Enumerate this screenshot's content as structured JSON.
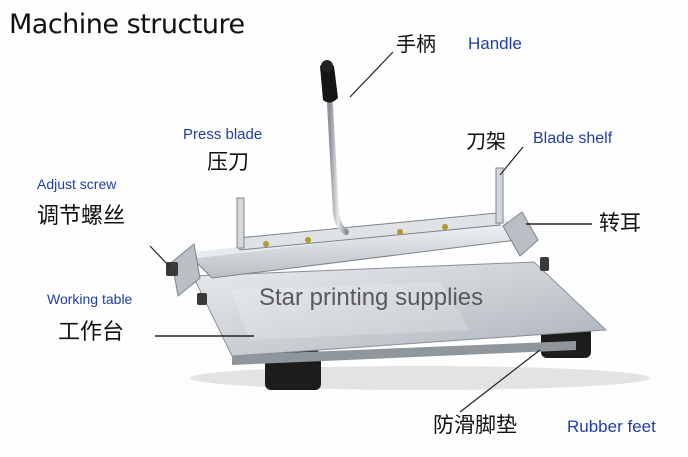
{
  "title": "Machine structure",
  "watermark": "Star printing supplies",
  "labels": {
    "handle_cn": "手柄",
    "handle_en": "Handle",
    "press_blade_en": "Press blade",
    "press_blade_cn": "压刀",
    "blade_shelf_cn": "刀架",
    "blade_shelf_en": "Blade shelf",
    "adjust_screw_en": "Adjust screw",
    "adjust_screw_cn": "调节螺丝",
    "turn_ear_cn": "转耳",
    "working_table_en": "Working table",
    "working_table_cn": "工作台",
    "rubber_feet_cn": "防滑脚垫",
    "rubber_feet_en": "Rubber feet"
  },
  "colors": {
    "english_label": "#1f3da8",
    "chinese_label": "#111111",
    "metal": "#c9ced3",
    "rubber": "#1a1a1a"
  }
}
